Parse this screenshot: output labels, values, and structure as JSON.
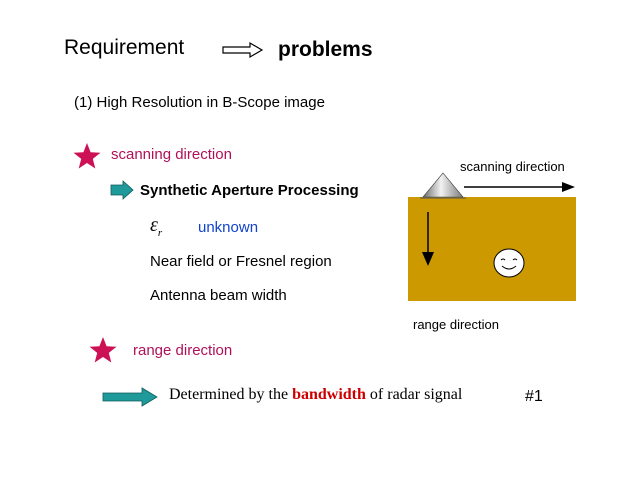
{
  "title": {
    "left": "Requirement",
    "right": "problems"
  },
  "subtitle": "(1)  High Resolution in B-Scope image",
  "scanning": {
    "label": "scanning direction",
    "sub_heading": "Synthetic Aperture Processing",
    "epsilon_symbol": "ε",
    "epsilon_subscript": "r",
    "unknown": "unknown",
    "near_field": "Near field or Fresnel region",
    "beam_width": "Antenna beam width"
  },
  "diagram": {
    "scan_label": "scanning direction",
    "range_label": "range direction",
    "ground_color": "#cc9900"
  },
  "range": {
    "label": "range direction",
    "statement_prefix": "Determined by the ",
    "statement_keyword": "bandwidth",
    "statement_suffix": " of radar signal",
    "slide_number": "#1"
  },
  "colors": {
    "star": "#cc1155",
    "arrow": "#1f9a9a",
    "accent_text": "#b0105a",
    "unknown_text": "#1144cc",
    "keyword": "#cc0000"
  }
}
